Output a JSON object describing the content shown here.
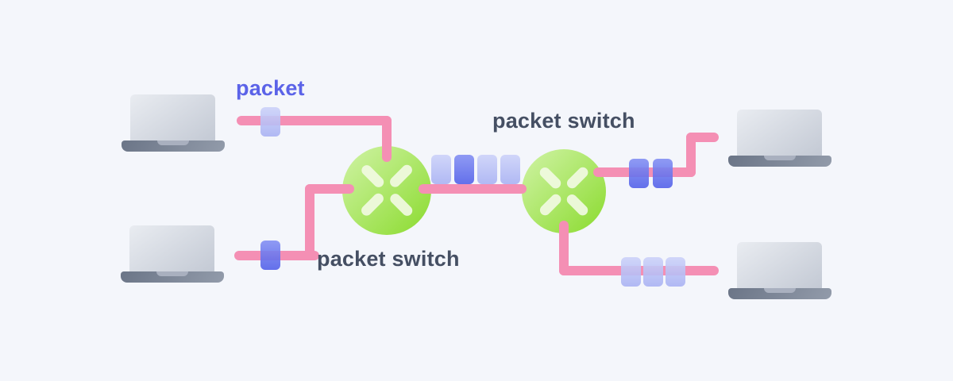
{
  "diagram": {
    "type": "network-packet-switching-illustration",
    "labels": {
      "packet": "packet",
      "switch_top": "packet switch",
      "switch_bottom": "packet switch"
    },
    "nodes": [
      {
        "id": "laptop-top-left",
        "kind": "laptop"
      },
      {
        "id": "laptop-bottom-left",
        "kind": "laptop"
      },
      {
        "id": "laptop-top-right",
        "kind": "laptop"
      },
      {
        "id": "laptop-bottom-right",
        "kind": "laptop"
      },
      {
        "id": "switch-1",
        "kind": "packet-switch",
        "label": "packet switch"
      },
      {
        "id": "switch-2",
        "kind": "packet-switch",
        "label": "packet switch"
      }
    ],
    "links": [
      {
        "from": "laptop-top-left",
        "to": "switch-1",
        "packets": [
          {
            "shade": "light"
          }
        ]
      },
      {
        "from": "laptop-bottom-left",
        "to": "switch-1",
        "packets": [
          {
            "shade": "dark"
          }
        ]
      },
      {
        "from": "switch-1",
        "to": "switch-2",
        "packets": [
          {
            "shade": "light"
          },
          {
            "shade": "dark"
          },
          {
            "shade": "light"
          },
          {
            "shade": "light"
          }
        ]
      },
      {
        "from": "switch-2",
        "to": "laptop-top-right",
        "packets": [
          {
            "shade": "dark"
          },
          {
            "shade": "dark"
          }
        ]
      },
      {
        "from": "switch-2",
        "to": "laptop-bottom-right",
        "packets": [
          {
            "shade": "light"
          },
          {
            "shade": "light"
          },
          {
            "shade": "light"
          }
        ]
      }
    ],
    "colors": {
      "background": "#f4f6fb",
      "link_pink": "#f48fb4",
      "switch_green_light": "#cdf2a0",
      "switch_green_dark": "#8edc34",
      "switch_cross": "#f1fae2",
      "packet_light_top": "#ccd2f9",
      "packet_light_bottom": "#a9b2f3",
      "packet_dark_top": "#8490f3",
      "packet_dark_bottom": "#5361e9",
      "laptop_screen_light": "#e9ecf1",
      "laptop_screen_dark": "#c3c9d4",
      "laptop_base_dark": "#6b7587",
      "laptop_base_light": "#929baa",
      "laptop_notch": "#a9b0bf",
      "label_packet_color": "#5b63e8",
      "label_switch_color": "#454f63"
    }
  }
}
